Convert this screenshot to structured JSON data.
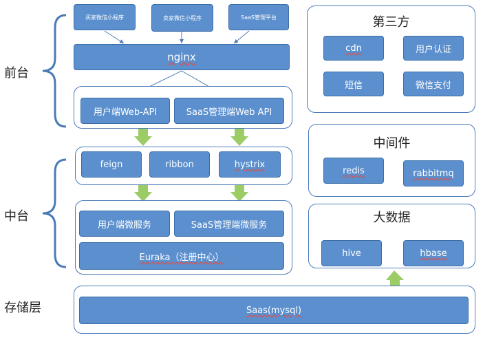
{
  "layers": {
    "frontend": "前台",
    "middle": "中台",
    "storage": "存储层"
  },
  "frontend": {
    "miniapps": [
      "买家微信小程序",
      "卖家微信小程序",
      "SaaS管理平台"
    ],
    "gateway": "nginx",
    "apis": [
      "用户端Web-API",
      "SaaS管理端Web API"
    ]
  },
  "middle": {
    "components": [
      "feign",
      "ribbon",
      "hystrix"
    ],
    "services": [
      "用户端微服务",
      "SaaS管理端微服务"
    ],
    "registry": "Euraka（注册中心）"
  },
  "storage": {
    "db": "Saas(mysql)"
  },
  "third_party": {
    "title": "第三方",
    "items": [
      "cdn",
      "用户认证",
      "短信",
      "微信支付"
    ]
  },
  "middleware": {
    "title": "中间件",
    "items": [
      "redis",
      "rabbitmq"
    ]
  },
  "bigdata": {
    "title": "大数据",
    "items": [
      "hive",
      "hbase"
    ]
  },
  "colors": {
    "box_fill": "#5b8fce",
    "frame_border": "#4a7bb7",
    "arrow_green": "#9ccc65",
    "brace_blue": "#4a7bb7"
  }
}
